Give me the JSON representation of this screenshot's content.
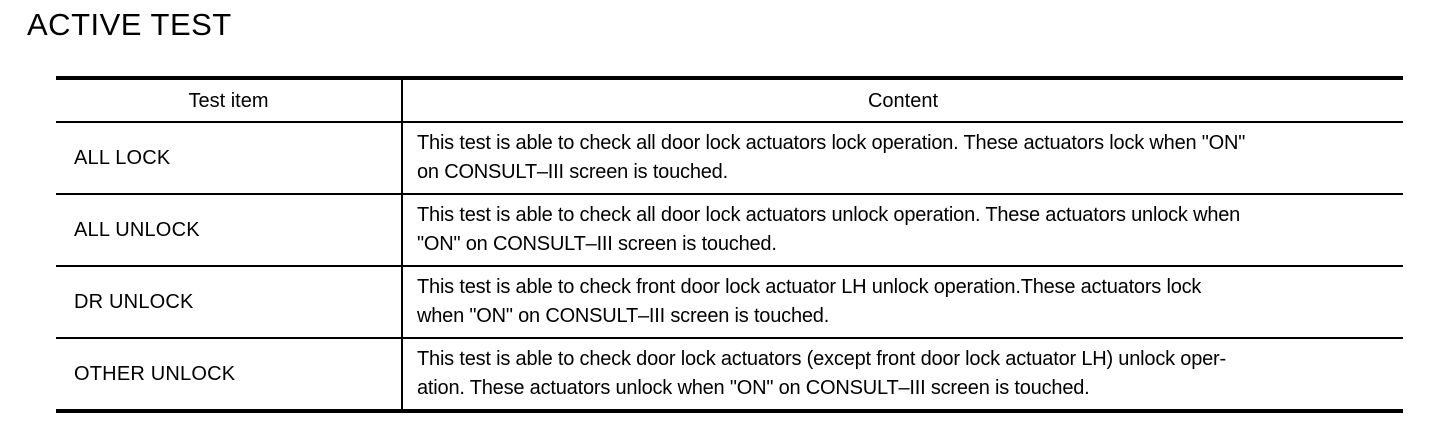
{
  "page": {
    "title": "ACTIVE TEST"
  },
  "colors": {
    "text": "#000000",
    "background": "#ffffff",
    "border": "#000000"
  },
  "table": {
    "columns": [
      "Test item",
      "Content"
    ],
    "rows": [
      {
        "item": "ALL LOCK",
        "content_lines": [
          "This test is able to check all door lock actuators lock operation. These actuators lock when \"ON\"",
          "on CONSULT–III screen is touched."
        ]
      },
      {
        "item": "ALL UNLOCK",
        "content_lines": [
          "This test is able to check all door lock actuators unlock operation. These actuators unlock when",
          "\"ON\" on CONSULT–III screen is touched."
        ]
      },
      {
        "item": "DR UNLOCK",
        "content_lines": [
          "This test is able to check front door lock actuator LH unlock operation.These actuators lock",
          "when \"ON\" on CONSULT–III screen is touched."
        ]
      },
      {
        "item": "OTHER UNLOCK",
        "content_lines": [
          "This test is able to check door lock actuators (except front door lock actuator LH) unlock oper-",
          "ation. These actuators unlock when \"ON\" on CONSULT–III screen is touched."
        ]
      }
    ]
  }
}
